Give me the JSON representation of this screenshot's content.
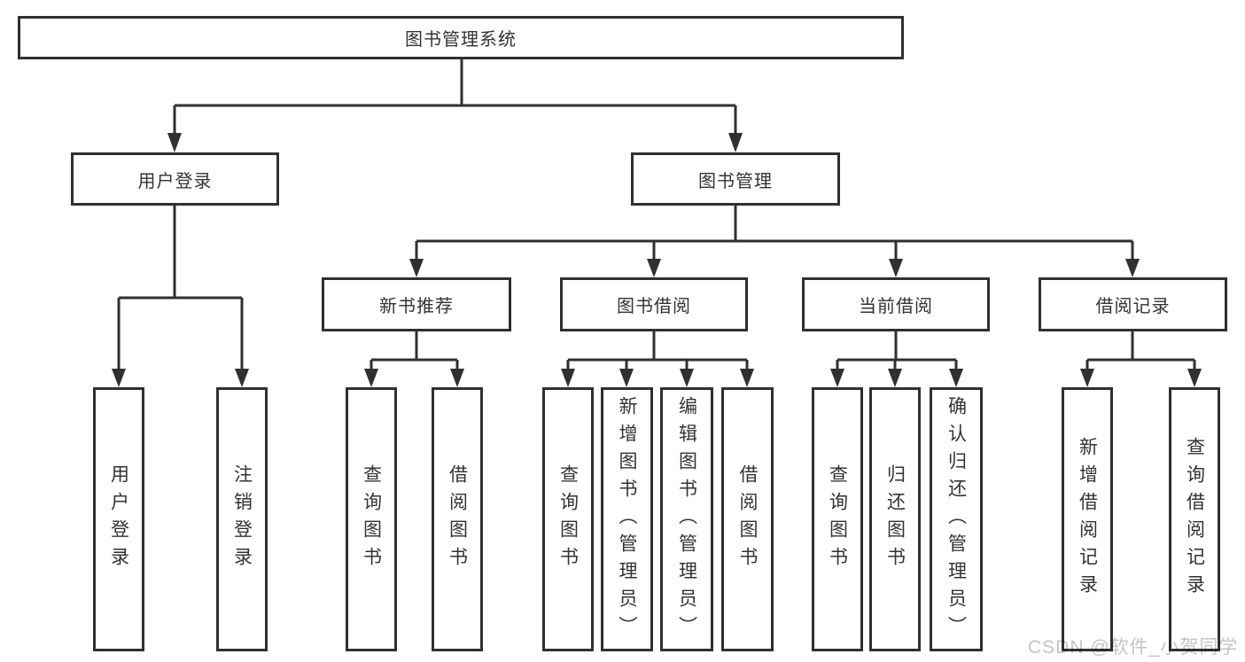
{
  "tree": {
    "root": "图书管理系统",
    "branches": {
      "user_login": {
        "label": "用户登录",
        "leaves": [
          "用户登录",
          "注销登录"
        ]
      },
      "book_management": {
        "label": "图书管理",
        "sections": [
          {
            "label": "新书推荐",
            "leaves": [
              "查询图书",
              "借阅图书"
            ]
          },
          {
            "label": "图书借阅",
            "leaves": [
              "查询图书",
              "新增图书（管理员）",
              "编辑图书（管理员）",
              "借阅图书"
            ]
          },
          {
            "label": "当前借阅",
            "leaves": [
              "查询图书",
              "归还图书",
              "确认归还（管理员）"
            ]
          },
          {
            "label": "借阅记录",
            "leaves": [
              "新增借阅记录",
              "查询借阅记录"
            ]
          }
        ]
      }
    }
  },
  "watermark": {
    "text": "CSDN @软件_小贺同学"
  },
  "colors": {
    "line": "#303030",
    "box_border": "#303030",
    "text": "#333333",
    "watermark": "#c4c4c4",
    "background": "#ffffff"
  }
}
